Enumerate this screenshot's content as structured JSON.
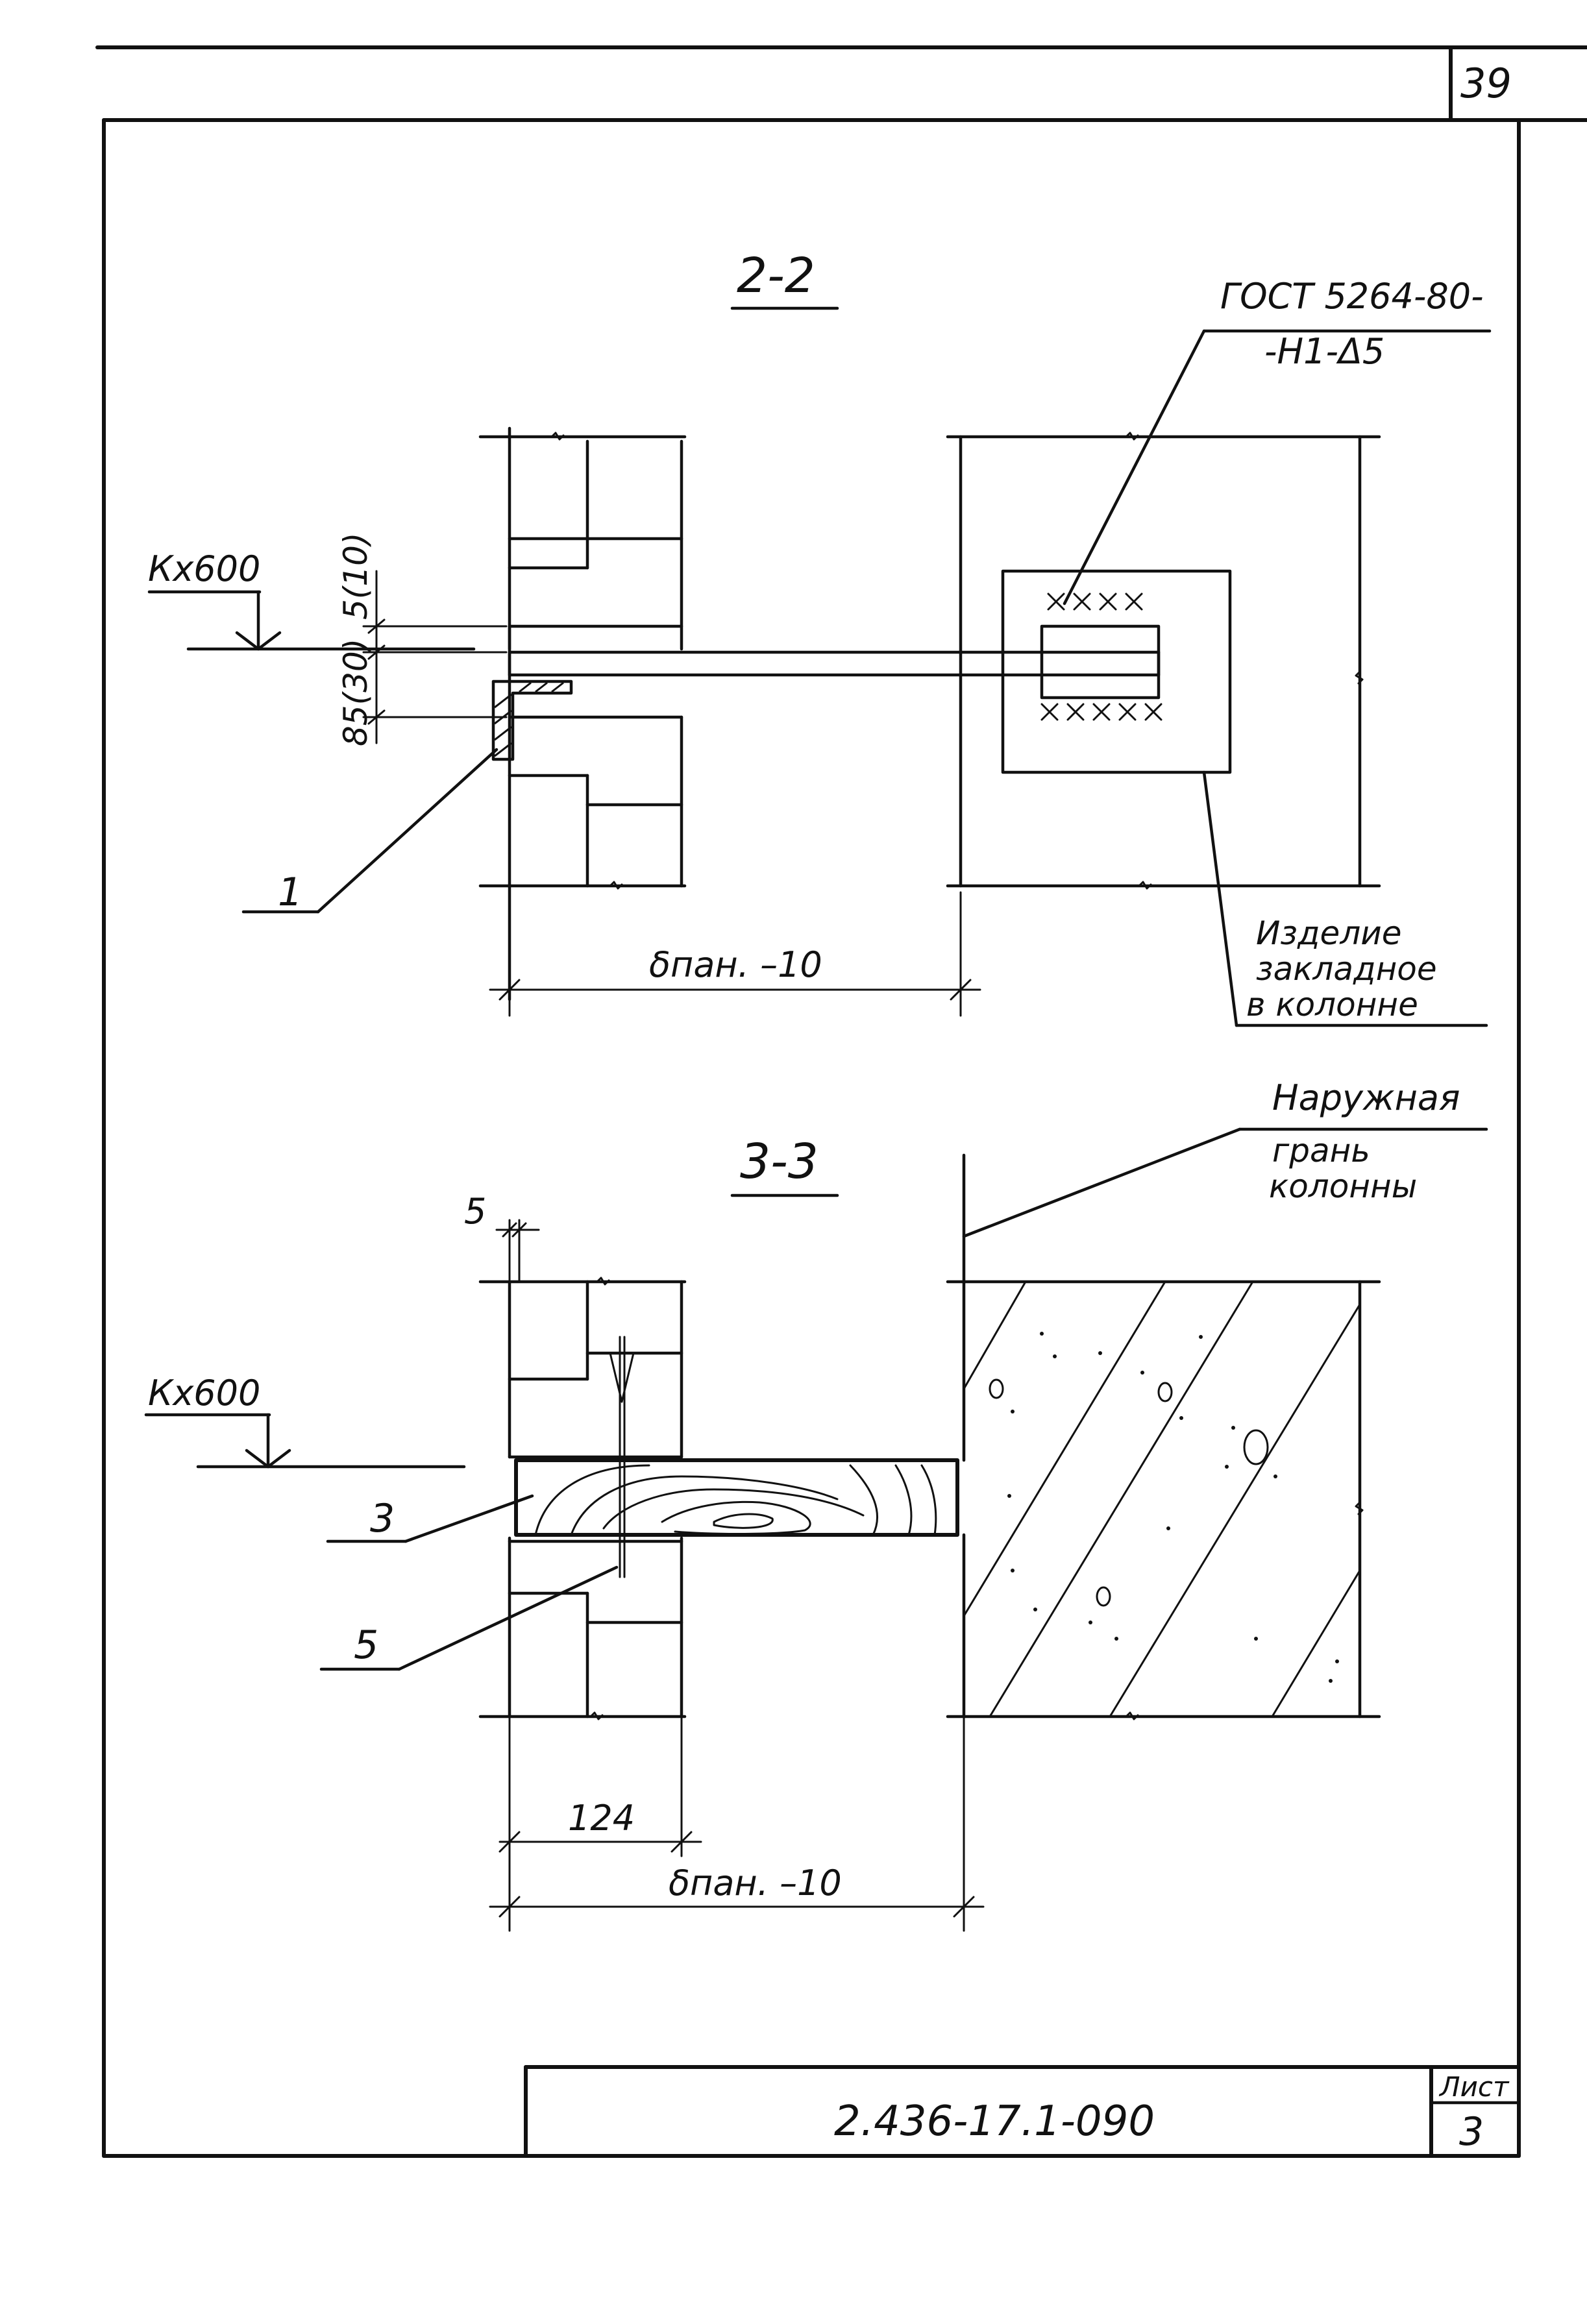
{
  "sheet": {
    "page_number": "39",
    "doc_code": "2.436-17.1-090",
    "sheet_label": "Лист",
    "sheet_number": "3"
  },
  "section_2": {
    "title": "2-2",
    "level_mark": "Кх600",
    "dim_top": "5(10)",
    "dim_bottom": "85(30)",
    "dim_width": "δпан. –10",
    "callout_item": "1",
    "weld_note_line1": "ГОСТ 5264-80-",
    "weld_note_line2": "-Н1-Δ5",
    "embedded_line1": "Изделие",
    "embedded_line2": "закладное",
    "embedded_line3": "в колонне"
  },
  "section_3": {
    "title": "3-3",
    "level_mark": "Кх600",
    "dim_gap": "5",
    "dim_inner": "124",
    "dim_width": "δпан. –10",
    "callout_3": "3",
    "callout_5": "5",
    "column_face_line1": "Наружная",
    "column_face_line2": "грань",
    "column_face_line3": "колонны"
  }
}
